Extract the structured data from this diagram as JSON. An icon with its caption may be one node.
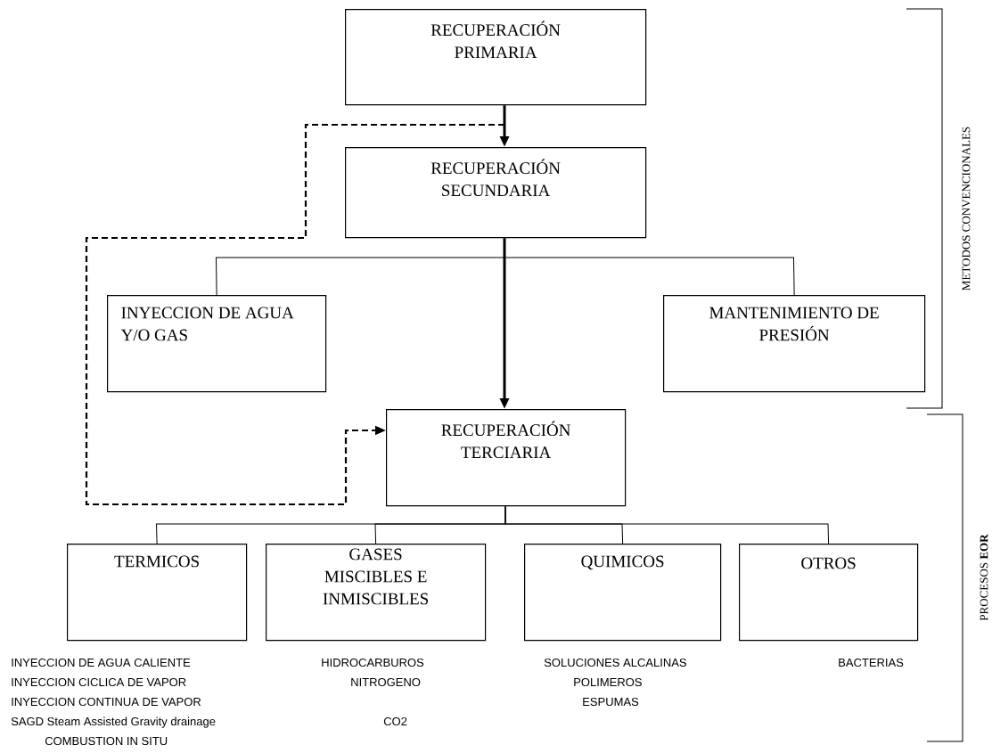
{
  "diagram": {
    "nodes": [
      {
        "text": [
          "RECUPERACIÓN PRIMARIA"
        ]
      },
      {
        "text": [
          "RECUPERACIÓN SECUNDARIA"
        ]
      },
      {
        "text": [
          "INYECCION DE AGUA Y/O GAS"
        ]
      },
      {
        "text": [
          "MANTENIMIENTO DE PRESIÓN"
        ]
      },
      {
        "text": [
          "RECUPERACIÓN TERCIARIA"
        ]
      },
      {
        "text": [
          "TERMICOS"
        ],
        "beside": [
          "INYECCION DE AGUA CALIENTE",
          "INYECCION CICLICA DE VAPOR",
          "INYECCION CONTINUA DE VAPOR",
          "SAGD Steam Assisted Gravity drainage",
          "COMBUSTION IN SITU"
        ]
      },
      {
        "text": [
          "GASES MISCIBLES E INMISCIBLES"
        ],
        "beside": [
          "HIDROCARBUROS",
          "NITROGENO",
          "CO2"
        ]
      },
      {
        "text": [
          "QUIMICOS"
        ],
        "beside": [
          "SOLUCIONES ALCALINAS",
          "POLIMEROS",
          "ESPUMAS"
        ]
      },
      {
        "text": [
          "OTROS"
        ],
        "beside": [
          "BACTERIAS"
        ]
      }
    ],
    "edges": [
      {
        "from": 0,
        "to": 1,
        "arrow": "to",
        "style": "thick"
      },
      {
        "from": 1,
        "to": 4,
        "arrow": "to",
        "style": "thick"
      },
      {
        "from": 1,
        "to": 2,
        "arrow": "none"
      },
      {
        "from": 1,
        "to": 3,
        "arrow": "none"
      },
      {
        "from": null,
        "to": 4,
        "arrow": "to",
        "style": "dashed"
      },
      {
        "from": 4,
        "to": 5,
        "arrow": "none"
      },
      {
        "from": 4,
        "to": 6,
        "arrow": "none"
      },
      {
        "from": 4,
        "to": 7,
        "arrow": "none"
      },
      {
        "from": 4,
        "to": 8,
        "arrow": "none"
      }
    ],
    "labels": [
      "METODOS CONVENCIONALES",
      "PROCESOS **EOR**"
    ]
  }
}
